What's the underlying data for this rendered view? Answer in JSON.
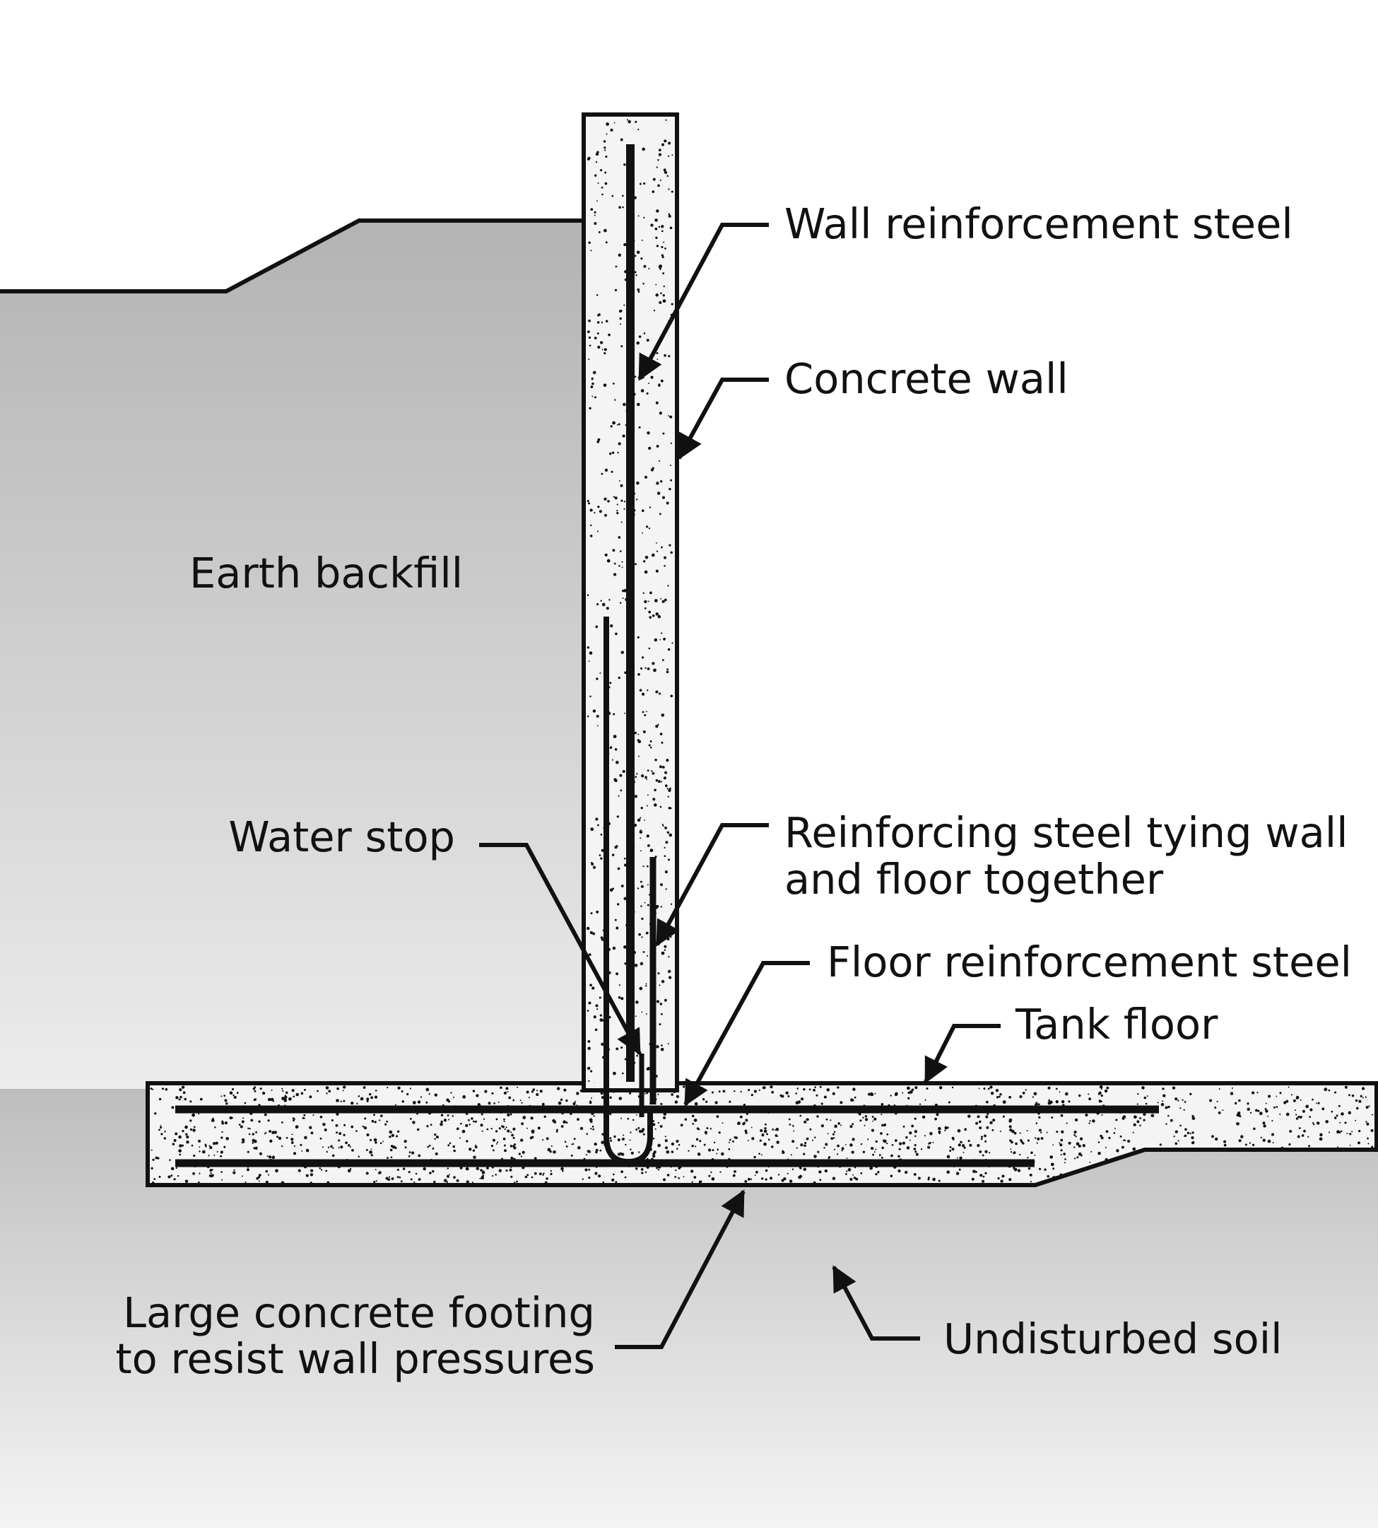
{
  "labels": {
    "wall_reinforcement_steel": "Wall reinforcement steel",
    "concrete_wall": "Concrete wall",
    "earth_backfill": "Earth backfill",
    "water_stop": "Water stop",
    "reinforcing_steel_line1": "Reinforcing steel tying wall",
    "reinforcing_steel_line2": "and floor together",
    "floor_reinforcement_steel": "Floor reinforcement steel",
    "tank_floor": "Tank floor",
    "footing_line1": "Large concrete footing",
    "footing_line2": "to resist wall pressures",
    "undisturbed_soil": "Undisturbed soil"
  },
  "colors": {
    "ink": "#111111",
    "concrete": "#f4f4f4",
    "backfill_top": "#b3b3b3",
    "backfill_bottom": "#ececec",
    "soil_top": "#bdbdbd",
    "soil_bottom": "#f4f4f4"
  }
}
